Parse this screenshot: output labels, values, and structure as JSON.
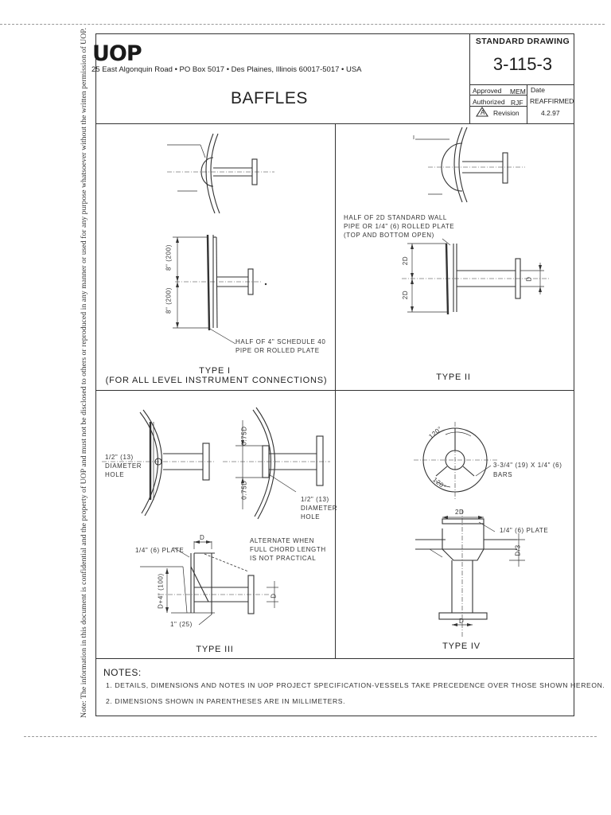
{
  "side_note": "Note: The information in this document is confidential and the property of UOP and must not be disclosed to others or reproduced in any manner or used for any purpose whatsoever without the written permission of UOP.",
  "header": {
    "logo": "UOP",
    "address": "25 East Algonquin Road • PO Box 5017 • Des Plaines, Illinois 60017-5017 • USA",
    "title": "BAFFLES",
    "standard_label": "STANDARD DRAWING",
    "drawing_number": "3-115-3",
    "approved_label": "Approved",
    "approved_by": "MEM",
    "authorized_label": "Authorized",
    "authorized_by": "RJF",
    "revision_label": "Revision",
    "revision_mark": "A",
    "date_label": "Date",
    "status": "REAFFIRMED",
    "date": "4.2.97"
  },
  "panels": {
    "type1": {
      "caption": "TYPE I",
      "subcaption": "(FOR ALL LEVEL INSTRUMENT CONNECTIONS)",
      "dim_top": "8\" (200)",
      "dim_bottom": "8\" (200)",
      "label_line1": "HALF OF 4\" SCHEDULE 40",
      "label_line2": "PIPE OR ROLLED PLATE"
    },
    "type2": {
      "caption": "TYPE II",
      "label_line1": "HALF OF 2D STANDARD WALL",
      "label_line2": "PIPE OR 1/4\" (6) ROLLED PLATE",
      "label_line3": "(TOP AND BOTTOM OPEN)",
      "dim_2d_top": "2D",
      "dim_2d_bottom": "2D",
      "dim_d": "D"
    },
    "type3": {
      "caption": "TYPE III",
      "hole_left_1": "1/2\" (13)",
      "hole_left_2": "DIAMETER",
      "hole_left_3": "HOLE",
      "hole_right_1": "1/2\" (13)",
      "hole_right_2": "DIAMETER",
      "hole_right_3": "HOLE",
      "dim_075_top": "0.75D",
      "dim_075_bottom": "0.75D",
      "alt_1": "ALTERNATE WHEN",
      "alt_2": "FULL CHORD LENGTH",
      "alt_3": "IS NOT PRACTICAL",
      "plate": "1/4\" (6) PLATE",
      "dim_d_top": "D",
      "dim_d_right": "D",
      "dim_d4": "D+4\" (100)",
      "dim_1in": "1\" (25)"
    },
    "type4": {
      "caption": "TYPE IV",
      "angle_top": "120°",
      "angle_bottom": "120°",
      "bars_1": "3-3/4\" (19) X 1/4\" (6)",
      "bars_2": "BARS",
      "dim_2d": "2D",
      "plate": "1/4\" (6) PLATE",
      "dim_d_right": "D/3",
      "dim_d_bottom": "D"
    }
  },
  "notes": {
    "heading": "NOTES:",
    "items": [
      "1.  DETAILS, DIMENSIONS AND NOTES IN UOP PROJECT SPECIFICATION-VESSELS TAKE PRECEDENCE OVER THOSE SHOWN HEREON.",
      "2.  DIMENSIONS SHOWN IN PARENTHESES ARE IN MILLIMETERS."
    ]
  }
}
